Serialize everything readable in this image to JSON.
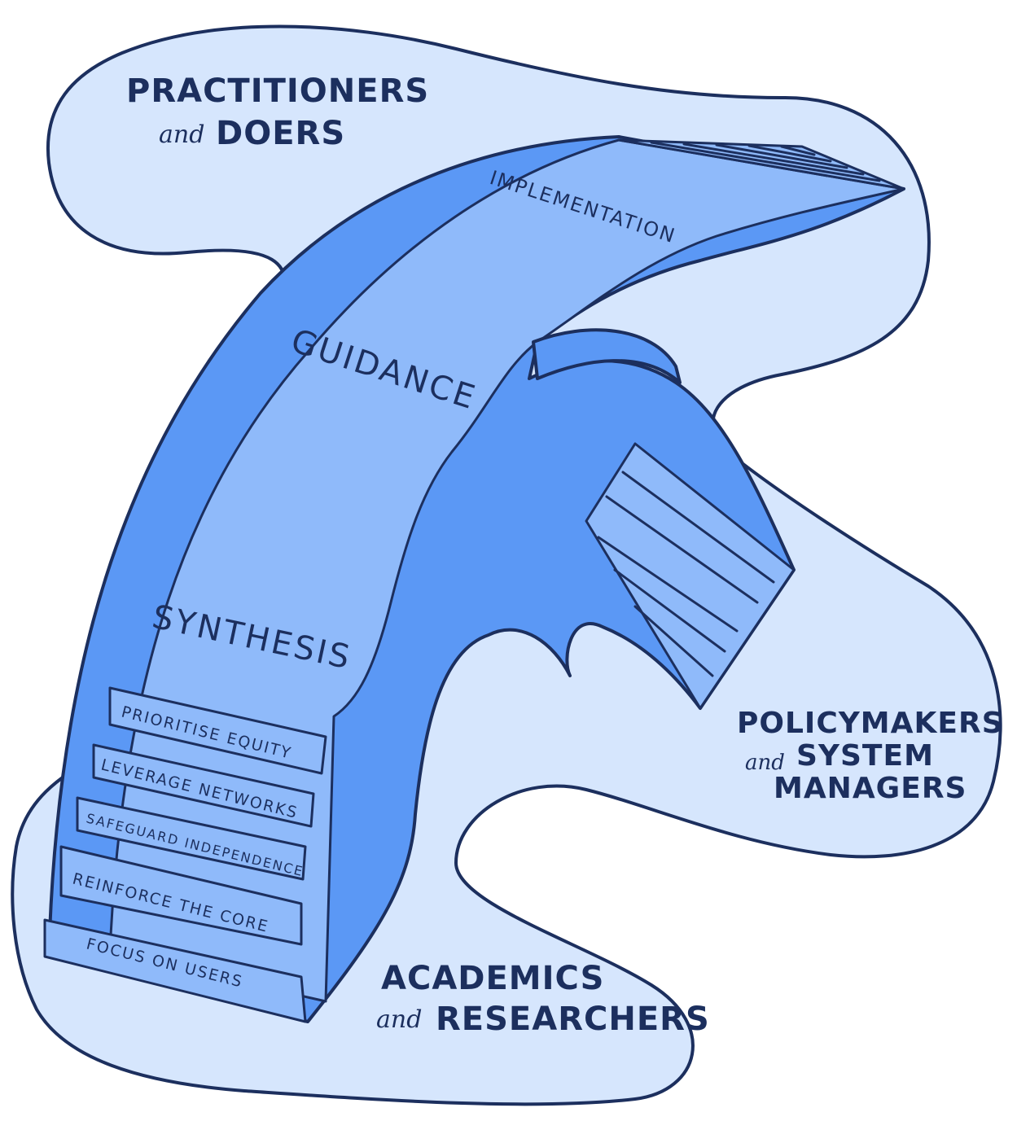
{
  "groups": {
    "practitioners": {
      "line1": "PRACTITIONERS",
      "line2_small": "and",
      "line2_big": "DOERS"
    },
    "policymakers": {
      "line1": "POLICYMAKERS",
      "line2_small": "and",
      "line2_big": "SYSTEM",
      "line3": "MANAGERS"
    },
    "academics": {
      "line1": "ACADEMICS",
      "line2_small": "and",
      "line2_big": "RESEARCHERS"
    }
  },
  "stages": {
    "implementation": "IMPLEMENTATION",
    "guidance": "GUIDANCE",
    "synthesis": "SYNTHESIS"
  },
  "steps": [
    "FOCUS ON USERS",
    "REINFORCE THE CORE",
    "SAFEGUARD INDEPENDENCE",
    "LEVERAGE NETWORKS",
    "PRIORITISE EQUITY"
  ],
  "colors": {
    "background_blob": "#d6e6fd",
    "blob_outline": "#1c2f5e",
    "arch_face": "#5b98f5",
    "arch_top": "#8fbafa",
    "ink": "#1c2f5e"
  }
}
